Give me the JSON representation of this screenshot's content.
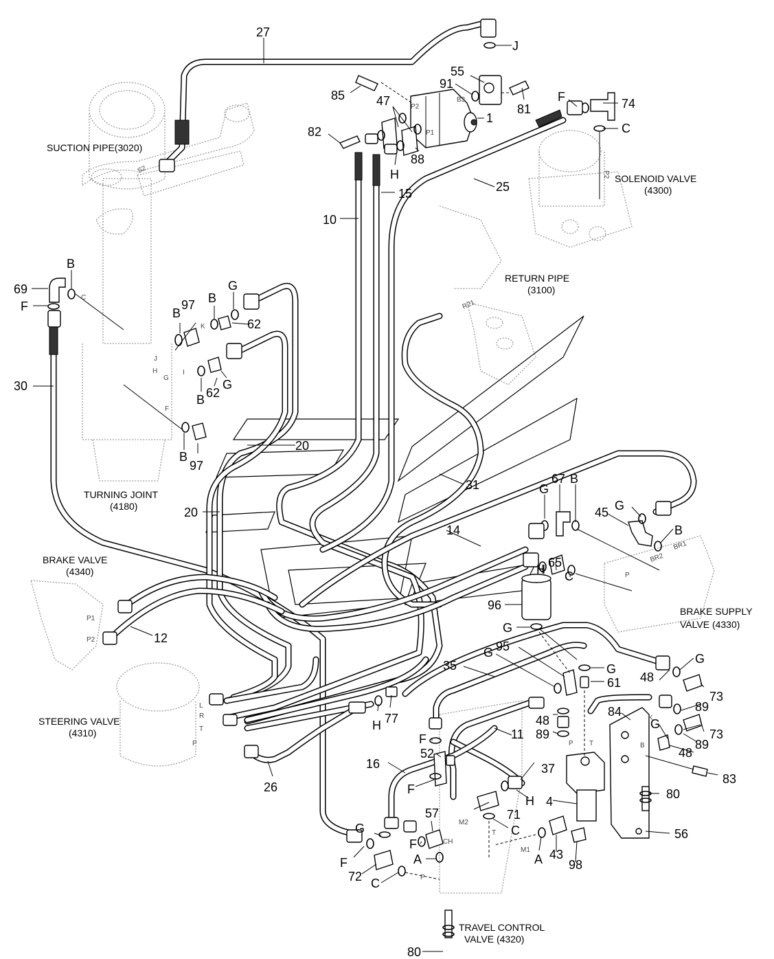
{
  "component_labels": {
    "suction_pipe": "SUCTION PIPE(3020)",
    "solenoid_valve_1": "SOLENOID VALVE",
    "solenoid_valve_2": "(4300)",
    "return_pipe_1": "RETURN PIPE",
    "return_pipe_2": "(3100)",
    "turning_joint_1": "TURNING JOINT",
    "turning_joint_2": "(4180)",
    "brake_valve_1": "BRAKE VALVE",
    "brake_valve_2": "(4340)",
    "brake_supply_1": "BRAKE SUPPLY",
    "brake_supply_2": "VALVE (4330)",
    "steering_valve_1": "STEERING VALVE",
    "steering_valve_2": "(4310)",
    "travel_control_1": "TRAVEL CONTROL",
    "travel_control_2": "VALVE (4320)"
  },
  "callouts": {
    "c27": "27",
    "cJ_top": "J",
    "c55": "55",
    "c91": "91",
    "c85": "85",
    "c81": "81",
    "c47": "47",
    "c1": "1",
    "c82": "82",
    "c88": "88",
    "cH_pump": "H",
    "c15": "15",
    "c10": "10",
    "c25": "25",
    "cF_sol": "F",
    "c74": "74",
    "cC_sol": "C",
    "c69": "69",
    "cF_69": "F",
    "cB_69": "B",
    "c30": "30",
    "cB_97a": "B",
    "c97a": "97",
    "cB_k": "B",
    "cG_62a": "G",
    "c62a": "62",
    "cB_62b": "B",
    "c62b": "62",
    "cG_62b": "G",
    "cB_97b": "B",
    "c97b": "97",
    "c20a": "20",
    "c20b": "20",
    "c31": "31",
    "c14": "14",
    "cG_67": "G",
    "c67": "67",
    "cB_67": "B",
    "cH_65": "H",
    "c65": "65",
    "cC_65": "C",
    "c45": "45",
    "cG_45": "G",
    "cB_45": "B",
    "c12": "12",
    "c96": "96",
    "cG_96": "G",
    "c35": "35",
    "cG_95": "G",
    "c95": "95",
    "cG_61": "G",
    "c61": "61",
    "c48a": "48",
    "cG_73": "G",
    "c73a": "73",
    "c89a": "89",
    "c84": "84",
    "cG_48": "G",
    "c48b": "48",
    "c89b": "89",
    "cG_73b": "G",
    "c73b": "73",
    "c89c": "89",
    "c48c": "48",
    "c83": "83",
    "cH_77": "H",
    "c77": "77",
    "c26": "26",
    "c11": "11",
    "c37": "37",
    "cF_52": "F",
    "c52": "52",
    "c16": "16",
    "cF_16": "F",
    "cH_71": "H",
    "c71": "71",
    "c4": "4",
    "c80a": "80",
    "c56": "56",
    "c57": "57",
    "cF_57": "F",
    "cC_71": "C",
    "cG_72": "G",
    "cF_72": "F",
    "c72": "72",
    "cA_72": "A",
    "cC_72": "C",
    "cA_43": "A",
    "c43": "43",
    "c98": "98",
    "c80b": "80"
  },
  "port_marks": {
    "S2": "S2",
    "P2_sol": "P2",
    "P2_pump": "P2",
    "B3": "B3",
    "P1_pump": "P1",
    "R21": "R21",
    "C_tj": "C",
    "K_tj": "K",
    "J_tj": "J",
    "H_tj": "H",
    "G_tj": "G",
    "I_tj": "I",
    "F_tj": "F",
    "BR2": "BR2",
    "BR1": "BR1",
    "P_bs": "P",
    "P1_bv": "P1",
    "P2_bv": "P2",
    "L_sv": "L",
    "R_sv": "R",
    "T_sv": "T",
    "P_sv": "P",
    "K_84": "K",
    "B_84": "B",
    "P_4": "P",
    "T_4": "T",
    "M2": "M2",
    "CH": "CH",
    "T_tc": "T",
    "M1": "M1",
    "P_tc": "P"
  }
}
